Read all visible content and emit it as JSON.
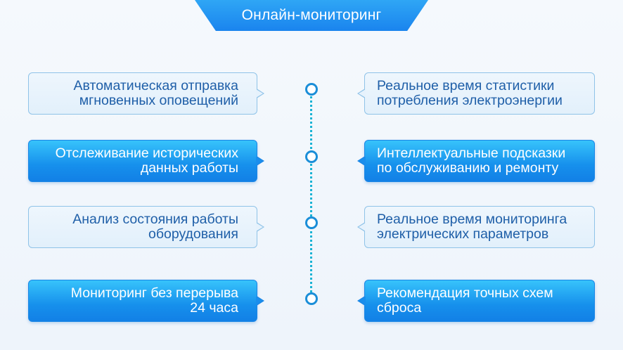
{
  "header": {
    "title": "Онлайн-мониторинг"
  },
  "left_items": [
    {
      "text": "Автоматическая отправка\nмгновенных оповещений",
      "style": "light"
    },
    {
      "text": "Отслеживание исторических\nданных работы",
      "style": "dark"
    },
    {
      "text": "Анализ состояния работы\nоборудования",
      "style": "light"
    },
    {
      "text": "Мониторинг без перерыва\n24 часа",
      "style": "dark"
    }
  ],
  "right_items": [
    {
      "text": "Реальное время статистики\nпотребления электроэнергии",
      "style": "light"
    },
    {
      "text": "Интеллектуальные подсказки\nпо обслуживанию и ремонту",
      "style": "dark"
    },
    {
      "text": "Реальное время мониторинга\nэлектрических параметров",
      "style": "light"
    },
    {
      "text": "Рекомендация точных схем\nсброса",
      "style": "dark"
    }
  ],
  "colors": {
    "accent": "#1a84ee",
    "light_card_text": "#1f5fa8",
    "dots": "#1ab3d4"
  }
}
